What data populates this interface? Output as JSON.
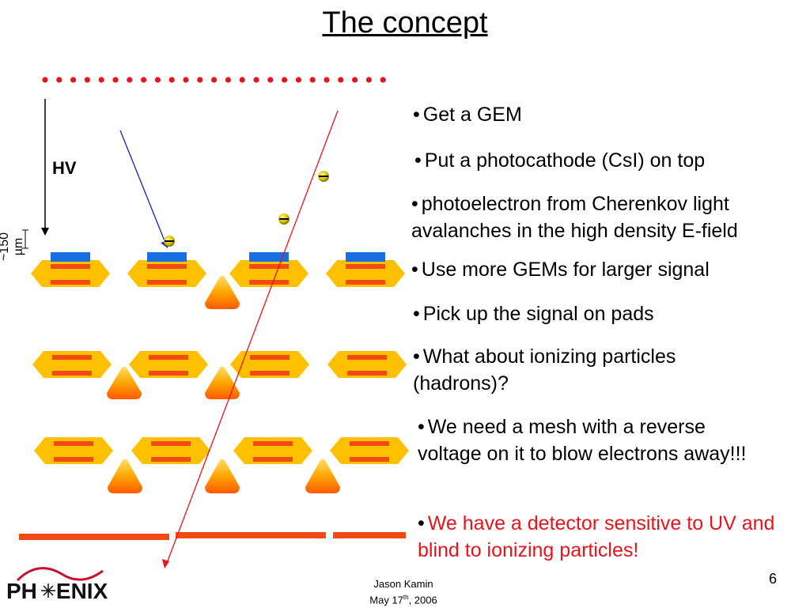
{
  "title": "The concept",
  "labels": {
    "hv": "HV",
    "gap": "~150 µm"
  },
  "bullets": [
    {
      "mark": "•",
      "text": "Get a GEM"
    },
    {
      "mark": "•",
      "text": "Put a photocathode (CsI) on top"
    },
    {
      "mark": "•",
      "text": "photoelectron from Cherenkov light avalanches in the high density E-field"
    },
    {
      "mark": "•",
      "text": "Use more GEMs for larger signal"
    },
    {
      "mark": "•",
      "text": "Pick up the signal on pads"
    },
    {
      "mark": "•",
      "text": "What about ionizing particles (hadrons)?"
    },
    {
      "mark": "•",
      "text": "We need a mesh with a reverse voltage on it to blow electrons away!!!"
    },
    {
      "mark": "•",
      "text": "We have a detector sensitive to UV and blind to ionizing particles!"
    }
  ],
  "footer": {
    "author": "Jason Kamin",
    "date_prefix": "May 17",
    "date_sup": "th",
    "date_suffix": ", 2006",
    "page": "6",
    "logo_left": "PH",
    "logo_right": "ENIX"
  },
  "colors": {
    "mesh_dots": "#e8141b",
    "photocathode": "#1a6fe0",
    "gem_electrode": "#f24a14",
    "gem_body": "#ffc000",
    "particle_track": "#e8141b",
    "photon_track": "#1022c8",
    "highlight_text": "#e8141b"
  }
}
